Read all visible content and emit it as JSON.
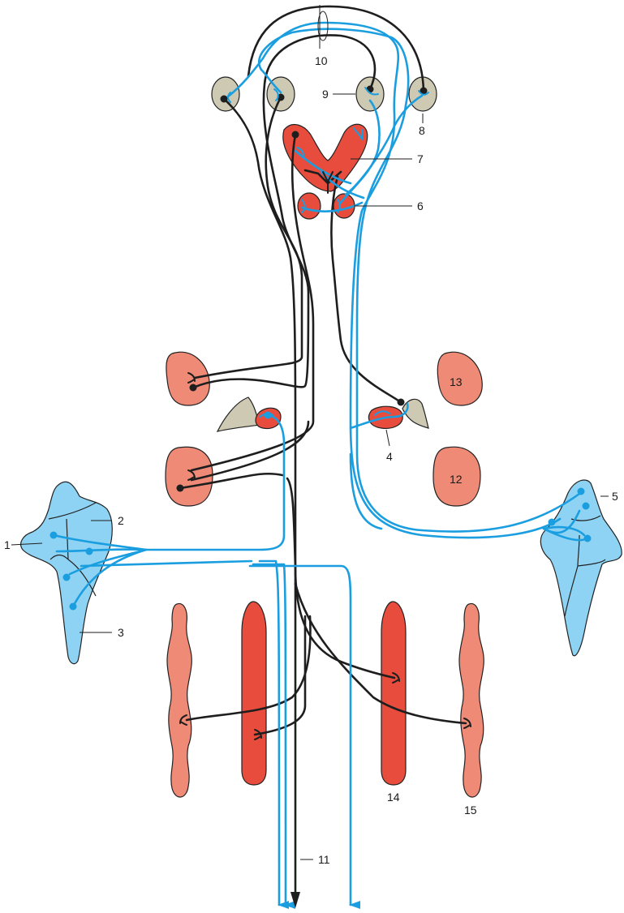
{
  "labels": {
    "n1": "1",
    "n2": "2",
    "n3": "3",
    "n4": "4",
    "n5": "5",
    "n6": "6",
    "n7": "7",
    "n8": "8",
    "n9": "9",
    "n10": "10",
    "n11": "11",
    "n12": "12",
    "n13": "13",
    "n14": "14",
    "n15": "15"
  },
  "colors": {
    "blue_pathway": "#1a9ee0",
    "black_pathway": "#1e1e1e",
    "ganglion_fill": "#cdc9b3",
    "organ_red": "#e84c3d",
    "organ_salmon": "#ee8a76",
    "blue_organ": "#8fd3f4"
  }
}
